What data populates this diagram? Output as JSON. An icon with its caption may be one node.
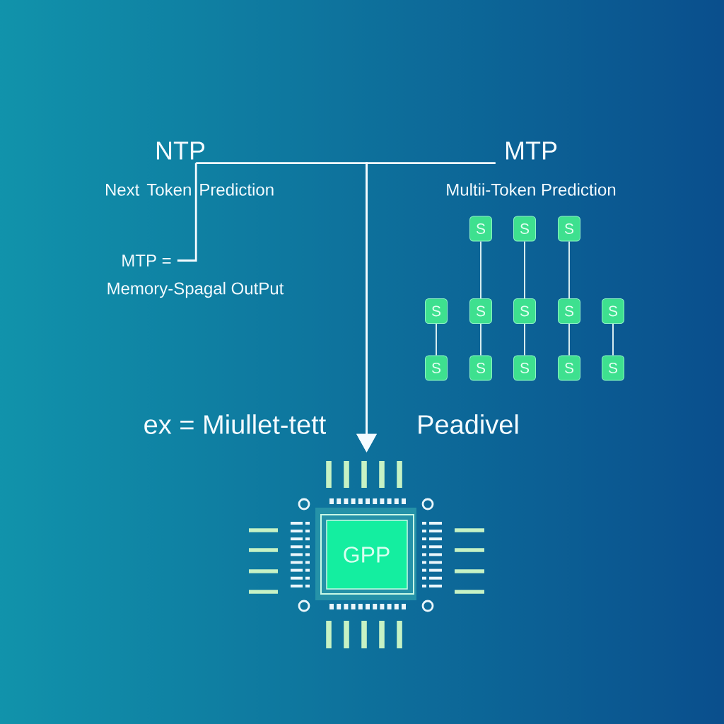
{
  "diagram": {
    "nodes": [
      {
        "text": [
          "NTP"
        ],
        "beside": [
          "Next Token Prediction"
        ]
      },
      {
        "text": [
          "MTP"
        ],
        "beside": [
          "Multii-Token Prediction"
        ]
      },
      {
        "text": [
          "MTP ="
        ],
        "beside": [
          "Memory-Spagal OutPut"
        ]
      },
      {
        "text": [
          "GPP"
        ]
      },
      {
        "text": [
          "S"
        ]
      },
      {
        "text": [
          "S"
        ]
      },
      {
        "text": [
          "S"
        ]
      },
      {
        "text": [
          "S"
        ]
      },
      {
        "text": [
          "S"
        ]
      },
      {
        "text": [
          "S"
        ]
      },
      {
        "text": [
          "S"
        ]
      },
      {
        "text": [
          "S"
        ]
      },
      {
        "text": [
          "S"
        ]
      },
      {
        "text": [
          "S"
        ]
      },
      {
        "text": [
          "S"
        ]
      },
      {
        "text": [
          "S"
        ]
      },
      {
        "text": [
          "S"
        ]
      }
    ],
    "edges": [
      {
        "from": 0,
        "to": 3,
        "arrow": "to"
      },
      {
        "from": 1,
        "to": 3,
        "arrow": "to"
      },
      {
        "from": 0,
        "to": 2,
        "arrow": "none"
      },
      {
        "from": 4,
        "to": 8,
        "arrow": "none"
      },
      {
        "from": 5,
        "to": 9,
        "arrow": "none"
      },
      {
        "from": 6,
        "to": 10,
        "arrow": "none"
      },
      {
        "from": 7,
        "to": 12,
        "arrow": "none"
      },
      {
        "from": 8,
        "to": 13,
        "arrow": "none"
      },
      {
        "from": 9,
        "to": 14,
        "arrow": "none"
      },
      {
        "from": 10,
        "to": 15,
        "arrow": "none"
      },
      {
        "from": 11,
        "to": 16,
        "arrow": "none"
      }
    ],
    "labels": [
      "ex = Miullet-tett",
      "Peadivel"
    ]
  }
}
